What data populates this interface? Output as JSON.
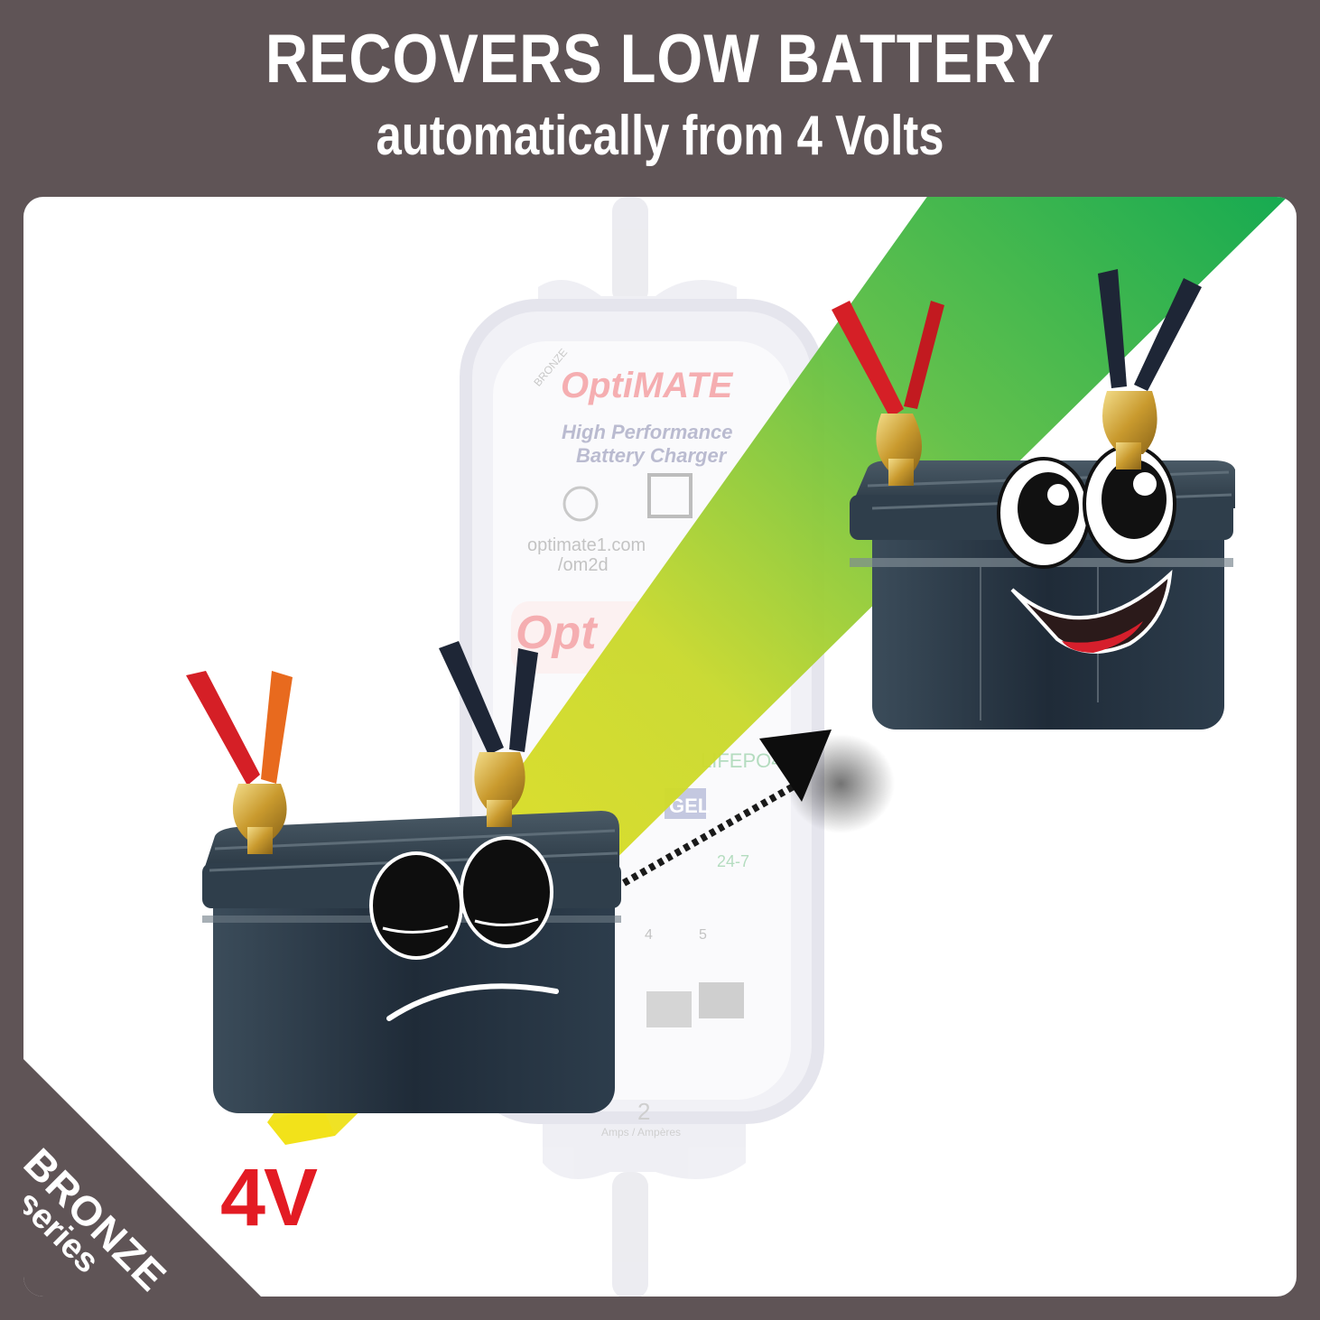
{
  "header": {
    "headline": "RECOVERS LOW BATTERY",
    "subline": "automatically from 4 Volts"
  },
  "charger": {
    "brand_top": "OptiMATE",
    "tagline_line1": "High Performance",
    "tagline_line2": "Battery Charger",
    "url_line1": "optimate1.com",
    "url_line2": "/om2d",
    "series_tag": "BRONZE",
    "chem_gel": "GEL",
    "chem_lifepo4": "LIFEPO4",
    "mode_247": "24-7",
    "step_4": "4",
    "step_5": "5",
    "amps": "2",
    "amps_label": "Amps / Ampères"
  },
  "low_battery": {
    "voltage_label": "4V"
  },
  "badge": {
    "line1": "BRONZE",
    "line2": "series"
  },
  "colors": {
    "frame": "#5f5456",
    "voltage": "#e31b23",
    "beam_green": "#0aa64a",
    "beam_yellow": "#f2e21a",
    "battery": "#243140",
    "clamp_red": "#d51f26",
    "clamp_black": "#1e2636",
    "clamp_gold": "#d7b24a"
  }
}
